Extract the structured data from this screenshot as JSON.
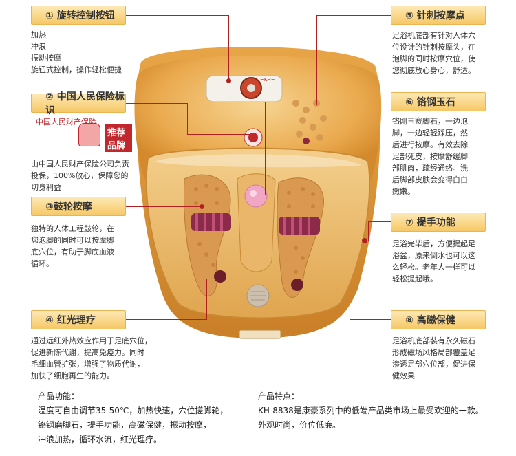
{
  "labels": [
    {
      "text": "① 旋转控制按钮",
      "desc": [
        "加热",
        "冲浪",
        "振动按摩",
        "旋钮式控制，操作轻松便捷"
      ]
    },
    {
      "text": "② 中国人民保险标识",
      "desc": [
        "由中国人民财产保险公司负责",
        "投保，100%放心，保障您的",
        "切身利益"
      ]
    },
    {
      "text": "③鼓轮按摩",
      "desc": [
        "独特的人体工程鼓轮，在",
        "您泡脚的同时可以按摩脚",
        "底穴位，有助于脚底血液",
        "循环。"
      ]
    },
    {
      "text": "④ 红光理疗",
      "desc": [
        "通过远红外热效应作用于足底穴位，",
        "促进新陈代谢，提高免疫力。同时",
        "毛细血管扩张，增强了物质代谢，",
        "加快了细胞再生的能力。"
      ]
    },
    {
      "text": "⑤ 针刺按摩点",
      "desc": [
        "足浴机底部有针对人体穴",
        "位设计的针刺按摩头，在",
        "泡脚的同时按摩穴位，使",
        "您彻底放心身心，舒适。"
      ]
    },
    {
      "text": "⑥ 铬钢玉石",
      "desc": [
        "铬刚玉赛脚石，一边泡",
        "脚，一边轻轻踩压，然",
        "后进行按摩。有效去除",
        "足部死皮，按摩舒缓脚",
        "部肌肉，疏经通络。洗",
        "后脚部皮肤会变得白白",
        "嫩嫩。"
      ]
    },
    {
      "text": "⑦ 提手功能",
      "desc": [
        "足浴完毕后，方便提起足",
        "浴盆，原来倒水也可以这",
        "么轻松。老年人一样可以",
        "轻松提起哦。"
      ]
    },
    {
      "text": "⑧ 高磁保健",
      "desc": [
        "足浴机底部装有永久磁石",
        "形成磁场风格局部覆盖足",
        "渗透足部穴位部，促进保",
        "健效果"
      ]
    }
  ],
  "insurance_badge": {
    "small_text": "中国人民财产保险",
    "main_text": "推荐品牌"
  },
  "footer": {
    "functions_title": "产品功能：",
    "functions_lines": [
      "温度可自由调节35-50℃，加热快速，穴位搓脚轮，",
      "铬钢磨脚石，提手功能，高磁保健，振动按摩，",
      "冲浪加热，循环水流，红光理疗。"
    ],
    "features_title": "产品特点：",
    "features_lines": [
      "KH-8838是康豪系列中的低端产品类市场上最受欢迎的一款。",
      "外观时尚，价位低廉。"
    ]
  },
  "colors": {
    "label_top": "#fde9b5",
    "label_bottom": "#f6c866",
    "leader": "#b02020",
    "basin": "#e8a84c"
  }
}
